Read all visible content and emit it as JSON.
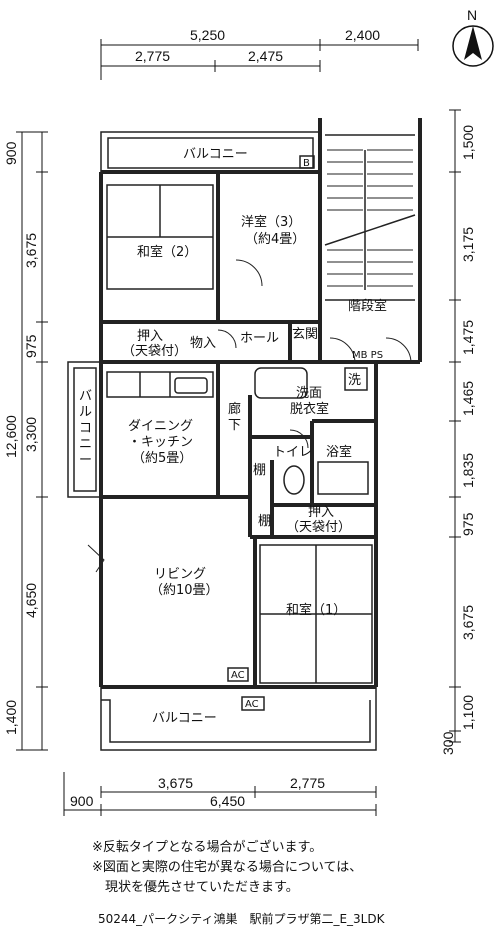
{
  "compass": {
    "label": "N"
  },
  "dimensions": {
    "top_total_left": "5,250",
    "top_total_right": "2,400",
    "top_sub_1": "2,775",
    "top_sub_2": "2,475",
    "left_total": "12,600",
    "left_1": "900",
    "left_2": "3,675",
    "left_3": "975",
    "left_4": "3,300",
    "left_5": "4,650",
    "left_6": "1,400",
    "right_1": "1,500",
    "right_2": "3,175",
    "right_3": "1,475",
    "right_4": "1,465",
    "right_5": "1,835",
    "right_6": "975",
    "right_7": "3,675",
    "right_8": "1,100",
    "right_9": "300",
    "bottom_sub_1": "3,675",
    "bottom_sub_2": "2,775",
    "bottom_left": "900",
    "bottom_total": "6,450"
  },
  "rooms": {
    "balcony_top": "バルコニー",
    "b_mark": "B",
    "washitsu2": "和室（2）",
    "yoshitsu3_line1": "洋室（3）",
    "yoshitsu3_line2": "（約4畳）",
    "stairs": "階段室",
    "oshiire_line1": "押入",
    "oshiire_line2": "（天袋付）",
    "monoire": "物入",
    "hall": "ホール",
    "genkan": "玄関",
    "mbps": "MB PS",
    "wash": "洗",
    "senmen_line1": "洗面",
    "senmen_line2": "脱衣室",
    "rouka_1": "廊",
    "rouka_2": "下",
    "dining_line1": "ダイニング",
    "dining_line2": "・キッチン",
    "dining_line3": "（約5畳）",
    "balcony_side": [
      "バ",
      "ル",
      "コ",
      "ニ",
      "ー"
    ],
    "tana1": "棚",
    "toilet": "トイレ",
    "bath": "浴室",
    "tana2": "棚",
    "oshiire2_line1": "押入",
    "oshiire2_line2": "（天袋付）",
    "living_line1": "リビング",
    "living_line2": "（約10畳）",
    "washitsu1": "和室（1）",
    "ac1": "AC",
    "ac2": "AC",
    "balcony_bottom": "バルコニー"
  },
  "notes": [
    "※反転タイプとなる場合がございます。",
    "※図面と実際の住宅が異なる場合については、",
    "　現状を優先させていただきます。"
  ],
  "footer": "50244_パークシティ鴻巣　駅前プラザ第二_E_3LDK"
}
